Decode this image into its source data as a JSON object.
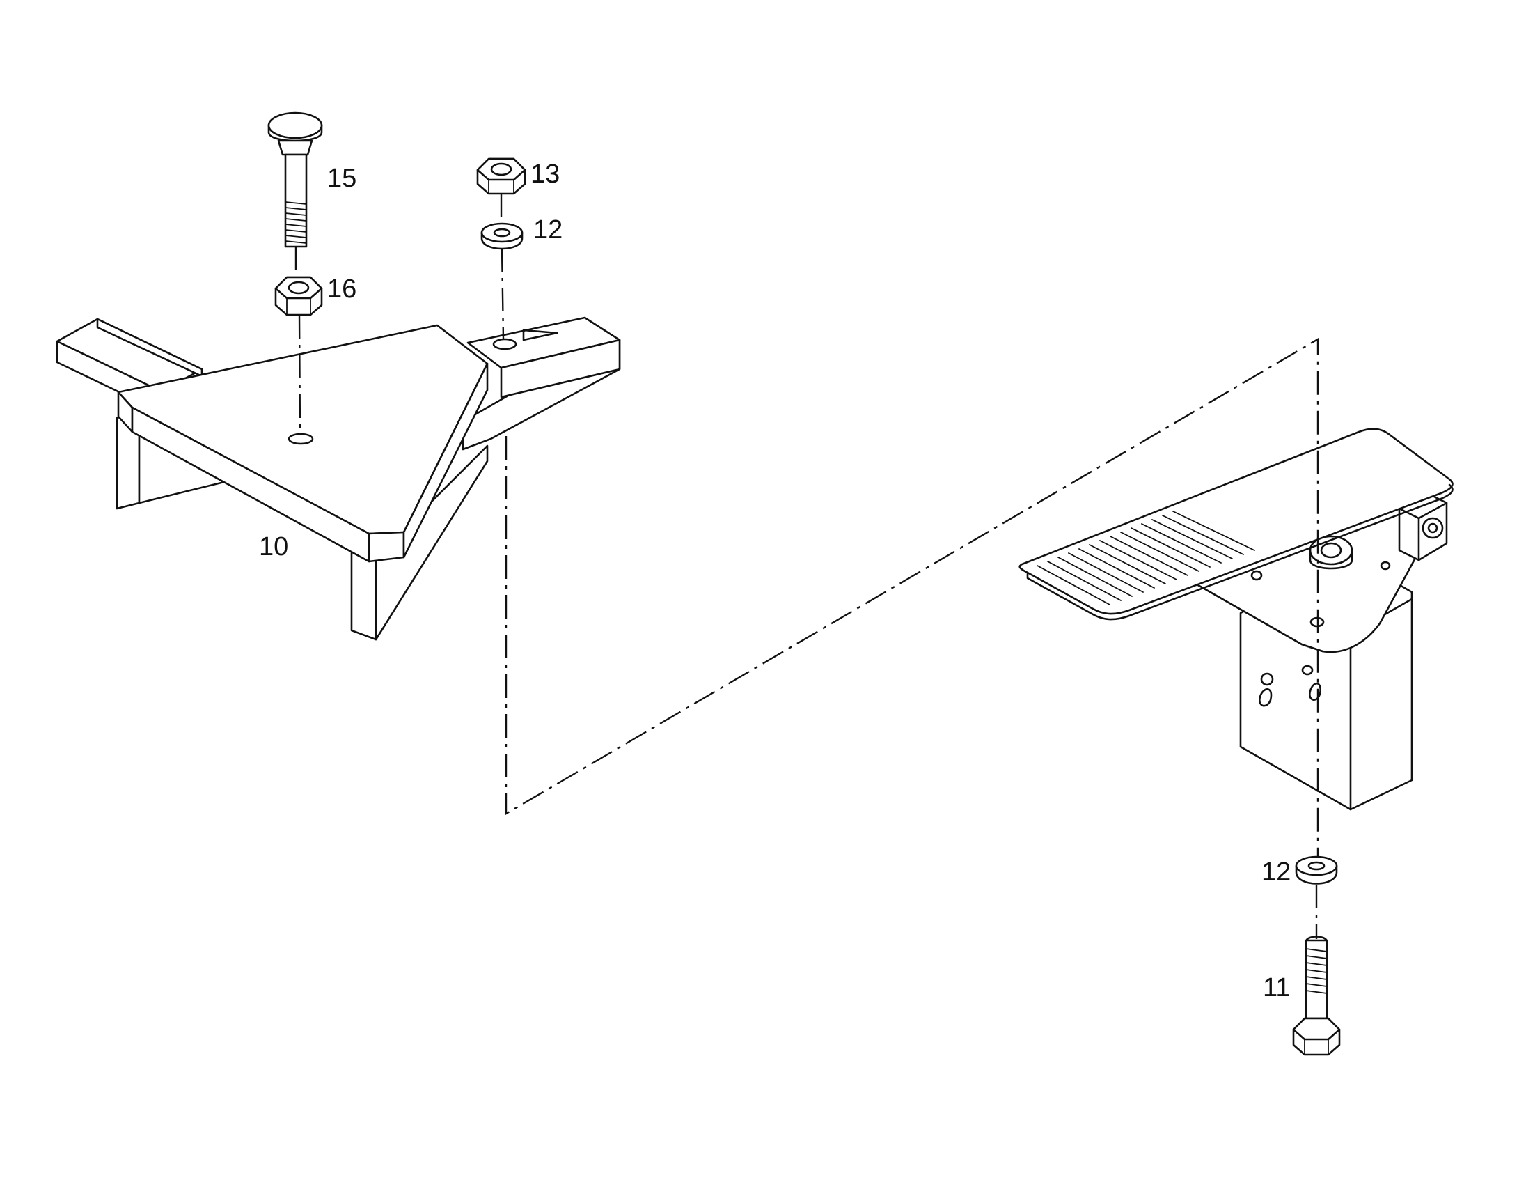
{
  "diagram": {
    "callouts": [
      {
        "id": "part-10",
        "text": "10"
      },
      {
        "id": "part-11",
        "text": "11"
      },
      {
        "id": "part-12-top",
        "text": "12"
      },
      {
        "id": "part-12-bottom",
        "text": "12"
      },
      {
        "id": "part-13",
        "text": "13"
      },
      {
        "id": "part-15",
        "text": "15"
      },
      {
        "id": "part-16",
        "text": "16"
      }
    ]
  }
}
